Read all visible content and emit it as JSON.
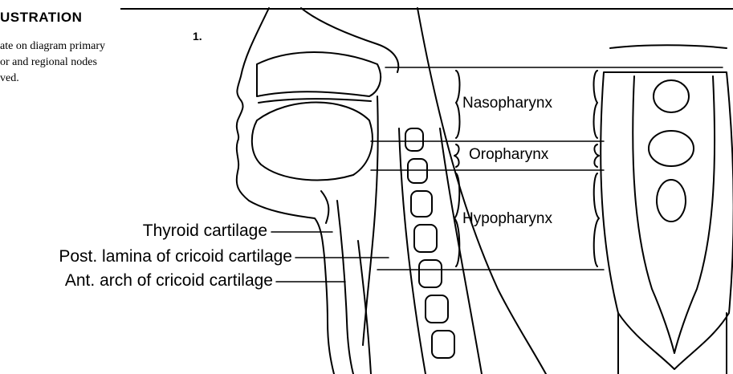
{
  "heading": "USTRATION",
  "instructions": [
    "ate on diagram primary",
    "or and regional nodes",
    "ved."
  ],
  "figure_number": "1.",
  "regions": {
    "nasopharynx": "Nasopharynx",
    "oropharynx": "Oropharynx",
    "hypopharynx": "Hypopharynx"
  },
  "labels": {
    "thyroid": "Thyroid cartilage",
    "post_lamina": "Post. lamina of cricoid cartilage",
    "ant_arch": "Ant. arch of cricoid cartilage"
  }
}
